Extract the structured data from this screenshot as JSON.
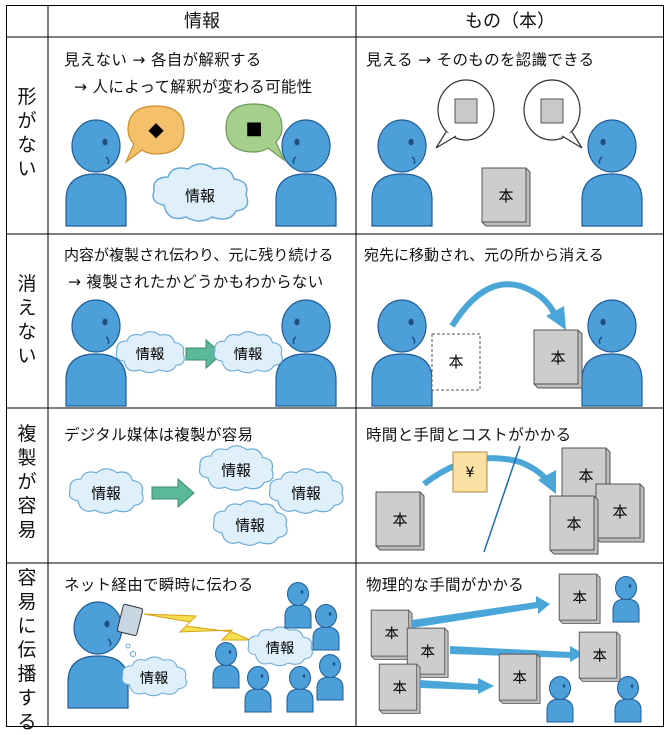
{
  "header": {
    "col1": "情報",
    "col2": "もの（本）"
  },
  "rows": [
    {
      "label": [
        "形",
        "が",
        "な",
        "い"
      ],
      "info_lines": [
        "見えない → 各自が解釈する",
        "→ 人によって解釈が変わる可能性"
      ],
      "thing_lines": [
        "見える → そのものを認識できる"
      ]
    },
    {
      "label": [
        "消",
        "え",
        "な",
        "い"
      ],
      "info_lines": [
        "内容が複製され伝わり、元に残り続ける",
        "→ 複製されたかどうかもわからない"
      ],
      "thing_lines": [
        "宛先に移動され、元の所から消える"
      ]
    },
    {
      "label": [
        "複",
        "製",
        "が",
        "容",
        "易"
      ],
      "info_lines": [
        "デジタル媒体は複製が容易"
      ],
      "thing_lines": [
        "時間と手間とコストがかかる"
      ]
    },
    {
      "label": [
        "容",
        "易",
        "に",
        "伝",
        "播",
        "す",
        "る"
      ],
      "info_lines": [
        "ネット経由で瞬時に伝わる"
      ],
      "thing_lines": [
        "物理的な手間がかかる"
      ]
    }
  ],
  "labels": {
    "info": "情報",
    "book": "本",
    "yen": "¥"
  },
  "symbols": {
    "diamond": "◆",
    "square": "■"
  },
  "colors": {
    "person": "#4d9fd9",
    "person_stroke": "#1f5c95",
    "cloud": "#dff0fb",
    "cloud_stroke": "#6aa9d6",
    "arrow": "#4aa6d9",
    "arrow_green": "#5cb89a",
    "bubble_orange": "#f5c06a",
    "bubble_green": "#a6cf8e",
    "book": "#c9c9c9",
    "yen": "#fbe0a4"
  }
}
